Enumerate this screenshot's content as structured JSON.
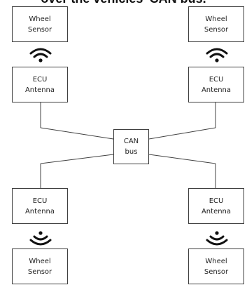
{
  "header": {
    "text": "over the vehicles' CAN bus."
  },
  "nodes": {
    "wheel_sensor_top_left": {
      "line1": "Wheel",
      "line2": "Sensor"
    },
    "wheel_sensor_top_right": {
      "line1": "Wheel",
      "line2": "Sensor"
    },
    "ecu_antenna_top_left": {
      "line1": "ECU",
      "line2": "Antenna"
    },
    "ecu_antenna_top_right": {
      "line1": "ECU",
      "line2": "Antenna"
    },
    "can_bus": {
      "line1": "CAN",
      "line2": "bus"
    },
    "ecu_antenna_bottom_left": {
      "line1": "ECU",
      "line2": "Antenna"
    },
    "ecu_antenna_bottom_right": {
      "line1": "ECU",
      "line2": "Antenna"
    },
    "wheel_sensor_bottom_left": {
      "line1": "Wheel",
      "line2": "Sensor"
    },
    "wheel_sensor_bottom_right": {
      "line1": "Wheel",
      "line2": "Sensor"
    }
  },
  "icons": {
    "wireless_signal": "wireless-signal-icon"
  },
  "colors": {
    "line": "#404040",
    "signal": "#111111"
  }
}
